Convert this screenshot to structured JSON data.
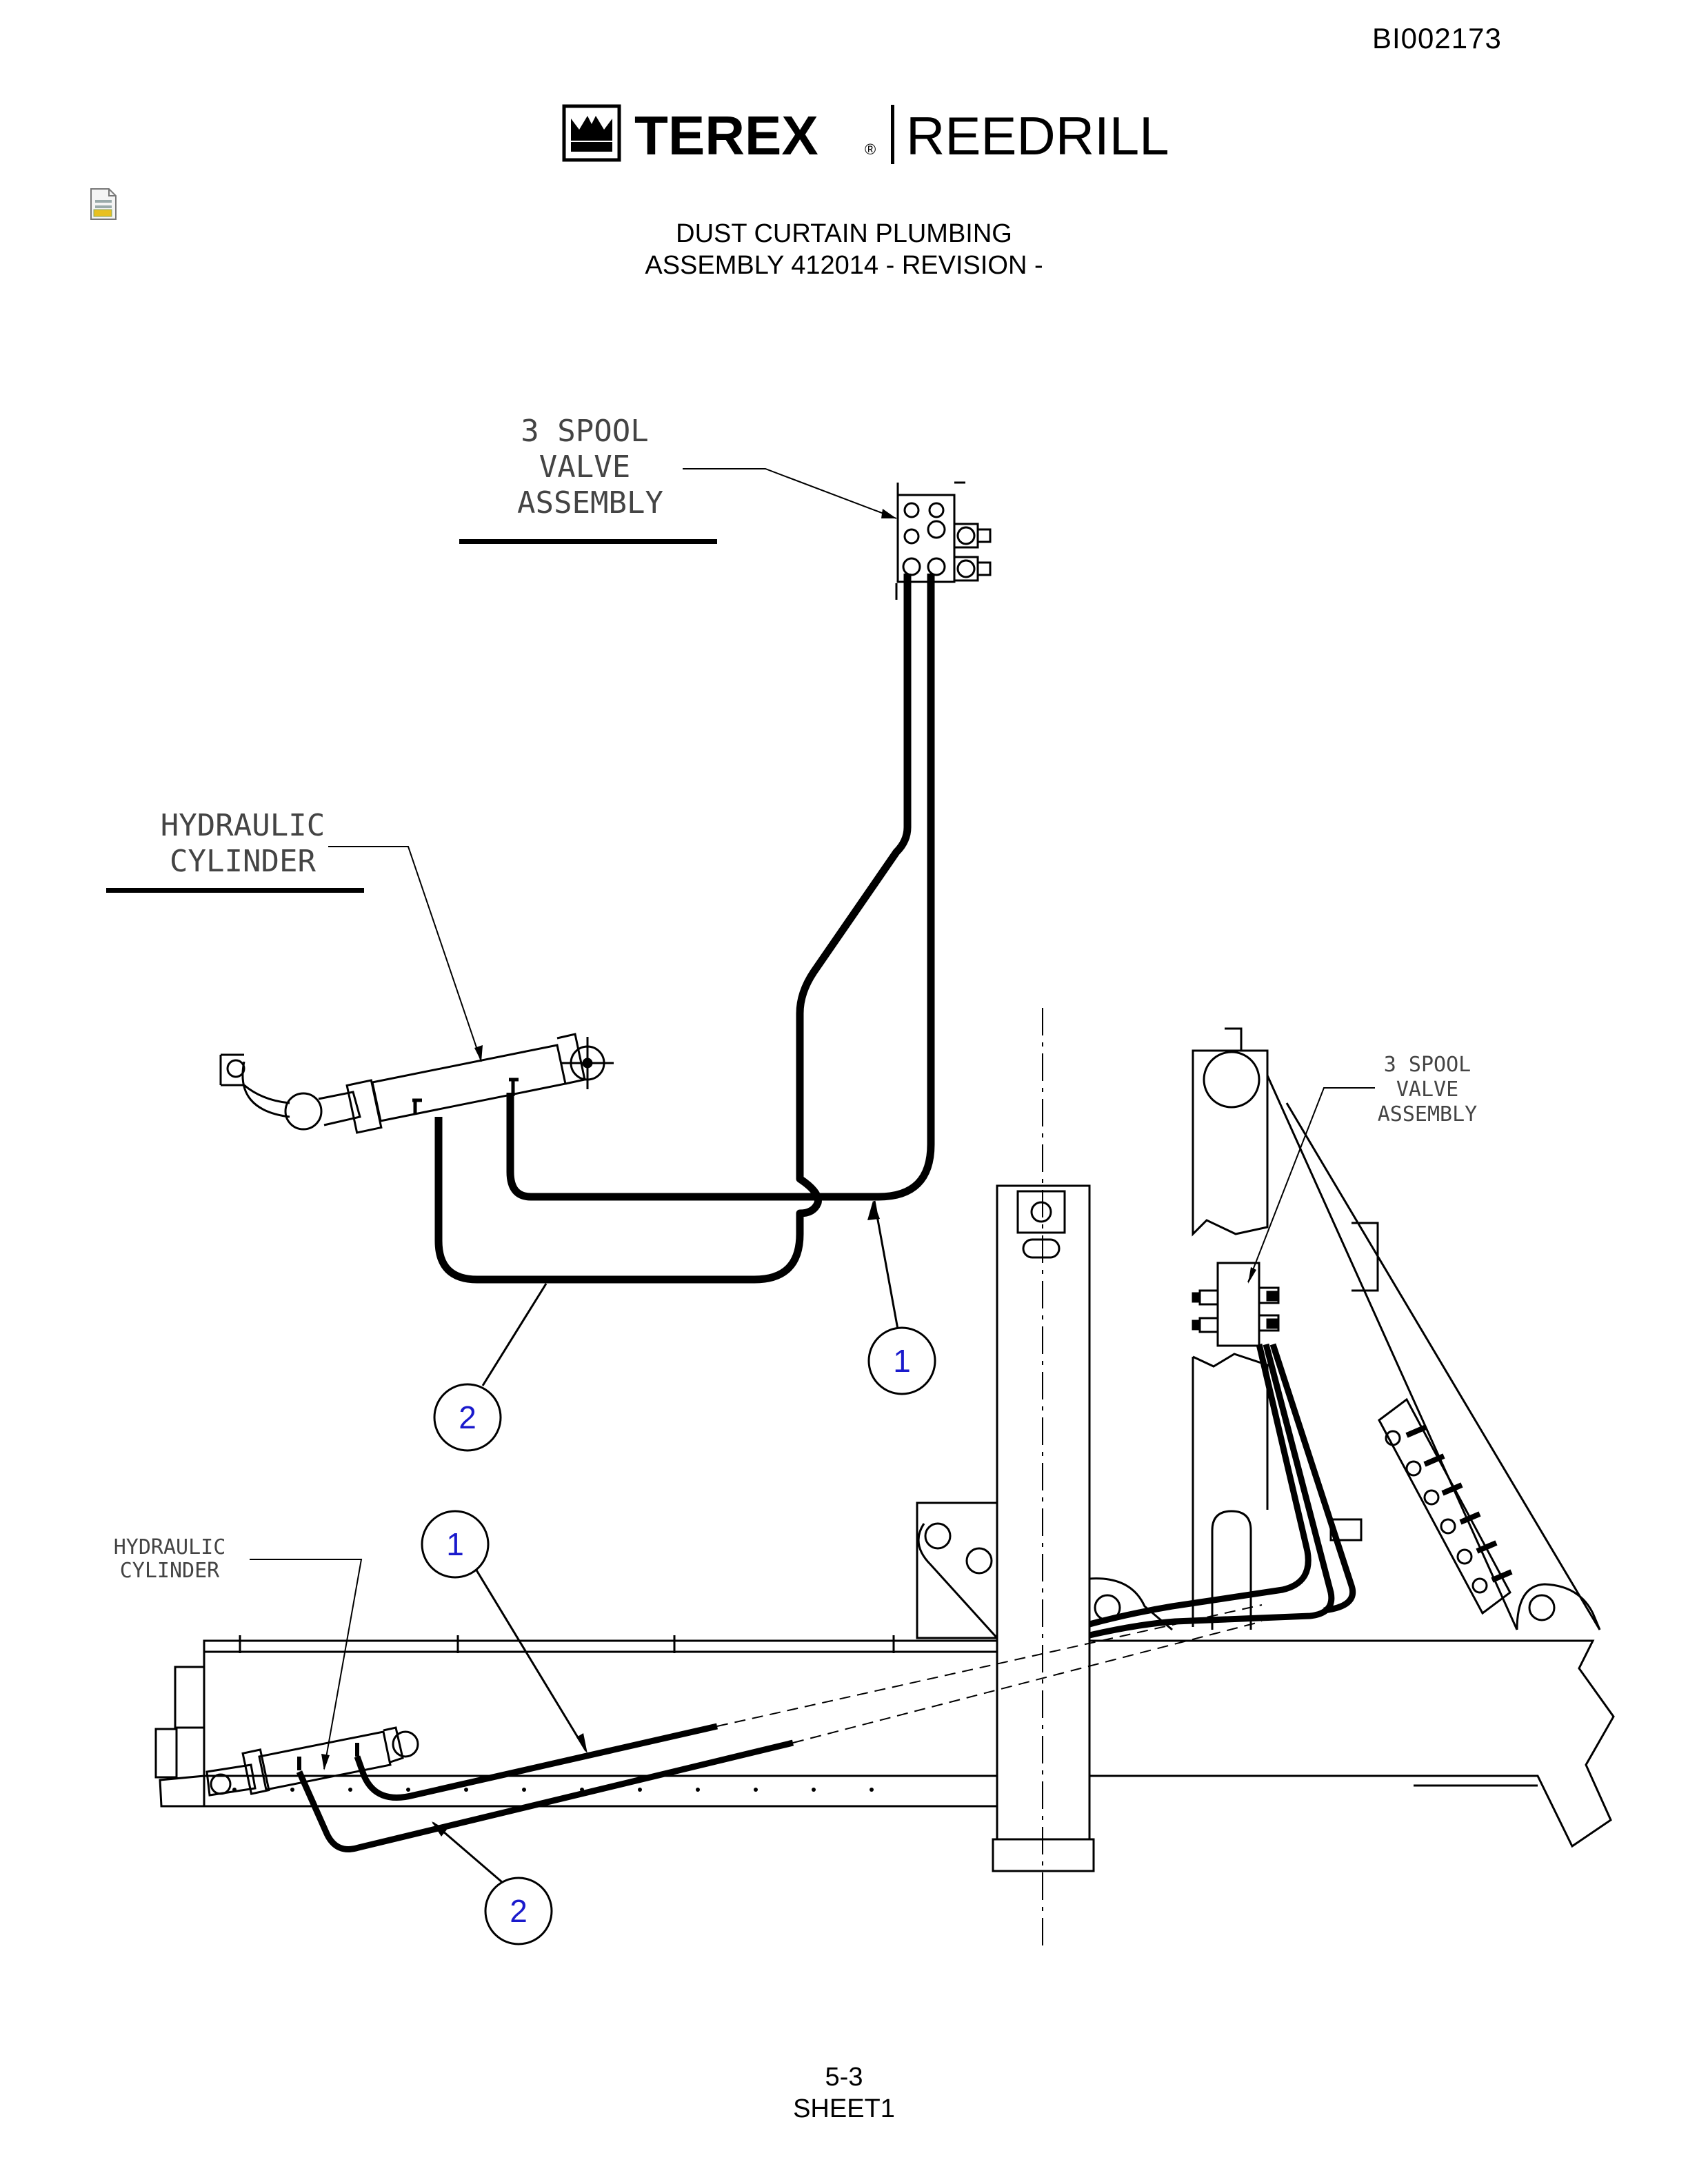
{
  "header": {
    "doc_id": "BI002173",
    "brand_left": "TEREX",
    "brand_right": "REEDRILL",
    "registered_mark": "®"
  },
  "title": {
    "line1": "DUST CURTAIN PLUMBING",
    "line2": "ASSEMBLY 412014 - REVISION -"
  },
  "attachment_icon": "document-attachment-icon",
  "diagram": {
    "labels": {
      "valve_top": [
        "3 SPOOL",
        "VALVE",
        "ASSEMBLY"
      ],
      "cylinder_top": [
        "HYDRAULIC",
        "CYLINDER"
      ],
      "valve_right": [
        "3 SPOOL",
        "VALVE",
        "ASSEMBLY"
      ],
      "cylinder_bottom": [
        "HYDRAULIC",
        "CYLINDER"
      ]
    },
    "callouts": [
      "1",
      "2",
      "1",
      "2"
    ]
  },
  "footer": {
    "page": "5-3",
    "sheet": "SHEET1"
  },
  "colors": {
    "ink": "#000000",
    "callout_number": "#1a1acc",
    "cad_text": "#444444"
  }
}
